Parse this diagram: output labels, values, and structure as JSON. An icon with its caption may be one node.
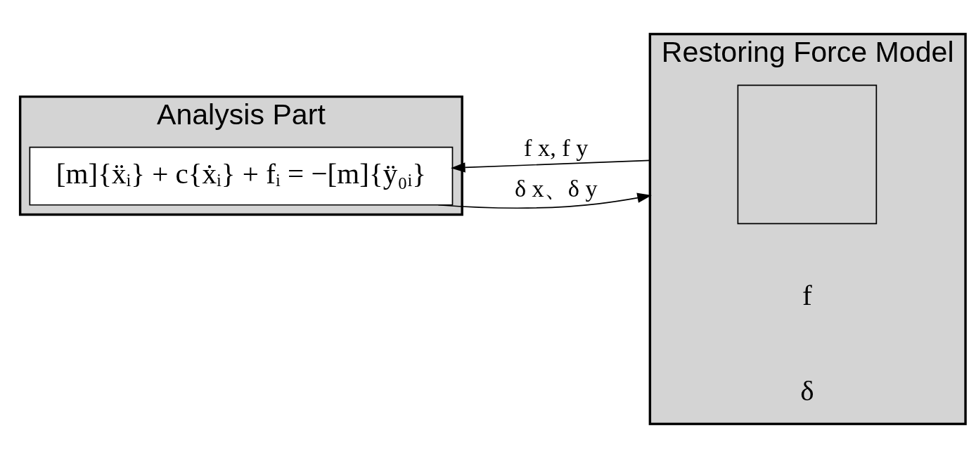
{
  "diagram": {
    "nodes": [
      {
        "text": [
          "Analysis Part"
        ]
      },
      {
        "text": [
          "[m]{ẍᵢ} + c{ẋᵢ} + fᵢ = −[m]{ÿ₀ᵢ}"
        ],
        "in": 0
      },
      {
        "text": [
          "Restoring Force Model"
        ]
      },
      {
        "text": [],
        "shape": "box",
        "in": 2
      }
    ],
    "edges": [
      {
        "from": 2,
        "to": 1,
        "arrow": "to",
        "label": "f x, f y"
      },
      {
        "from": 1,
        "to": 2,
        "arrow": "to",
        "label": "δ x、δ y"
      }
    ],
    "labels": [
      "f",
      "δ"
    ]
  }
}
